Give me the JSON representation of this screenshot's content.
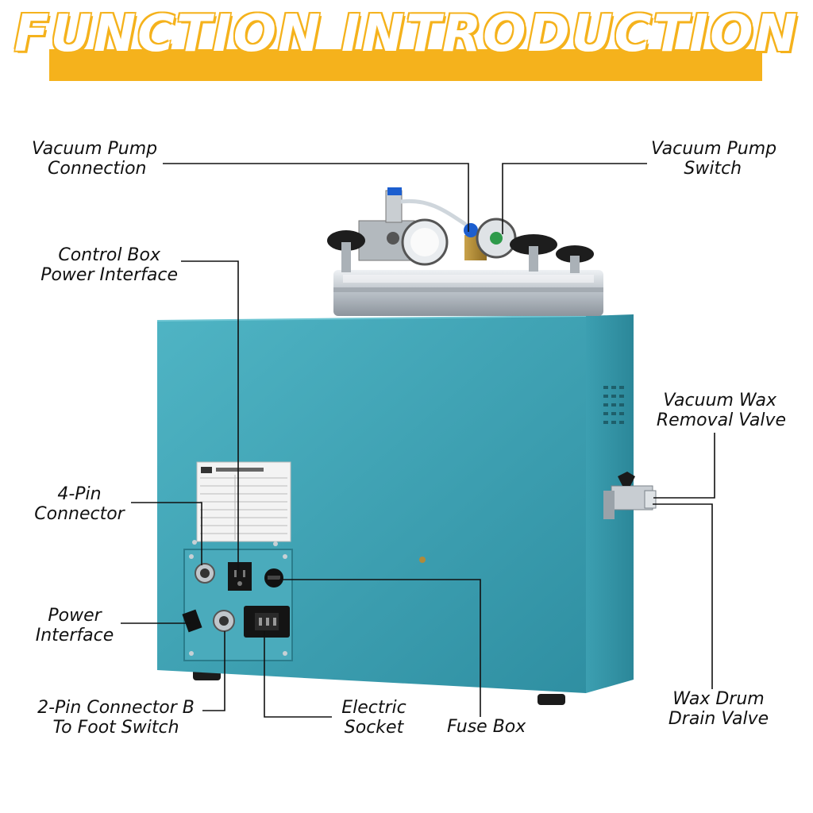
{
  "title": "FUNCTION INTRODUCTION",
  "colors": {
    "title_band": "#f5b21c",
    "machine_body": "#3ea2b3",
    "leader_line": "#111111"
  },
  "labels": {
    "vacuum_pump_connection": [
      "Vacuum Pump",
      "Connection"
    ],
    "vacuum_pump_switch": [
      "Vacuum Pump",
      "Switch"
    ],
    "control_box_power_interface": [
      "Control Box",
      "Power Interface"
    ],
    "vacuum_wax_removal_valve": [
      "Vacuum Wax",
      "Removal Valve"
    ],
    "four_pin_connector": [
      "4-Pin",
      "Connector"
    ],
    "power_interface": [
      "Power",
      "Interface"
    ],
    "two_pin_connector": [
      "2-Pin Connector B",
      "To Foot Switch"
    ],
    "electric_socket": [
      "Electric",
      "Socket"
    ],
    "fuse_box": [
      "Fuse Box"
    ],
    "wax_drum_drain_valve": [
      "Wax Drum",
      "Drain Valve"
    ]
  }
}
